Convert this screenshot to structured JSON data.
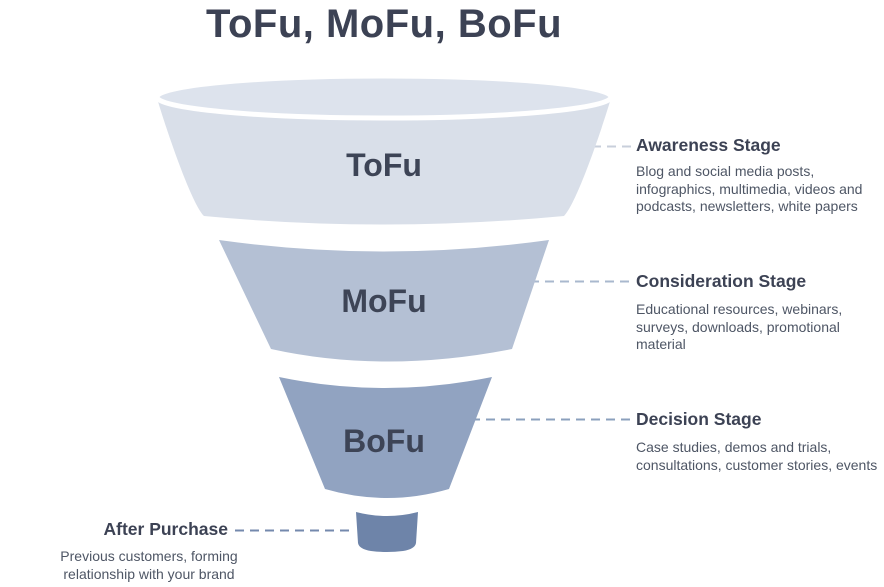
{
  "title": "ToFu, MoFu, BoFu",
  "funnel": {
    "opening_fill": "#dde3ed",
    "spout_fill": "#6e84a9",
    "stages": [
      {
        "label": "ToFu",
        "fill": "#d9dfe9"
      },
      {
        "label": "MoFu",
        "fill": "#b4c0d4"
      },
      {
        "label": "BoFu",
        "fill": "#91a3c1"
      }
    ]
  },
  "annotations": [
    {
      "heading": "Awareness Stage",
      "body": "Blog and social media posts, infographics, multimedia, videos and podcasts, newsletters, white papers",
      "connector_color": "#c8cfdb"
    },
    {
      "heading": "Consideration Stage",
      "body": "Educational resources, webinars, surveys, downloads, promotional material",
      "connector_color": "#a9b8ce"
    },
    {
      "heading": "Decision Stage",
      "body": "Case studies, demos and trials, consultations, customer stories, events",
      "connector_color": "#8ba0bd"
    },
    {
      "heading": "After Purchase",
      "body": "Previous customers, forming relationship with your brand",
      "connector_color": "#7489ad"
    }
  ],
  "colors": {
    "background": "#ffffff",
    "title_text": "#3c4254",
    "heading_text": "#3c4254",
    "body_text": "#4e5665",
    "stage_label_text": "#3d4456"
  }
}
